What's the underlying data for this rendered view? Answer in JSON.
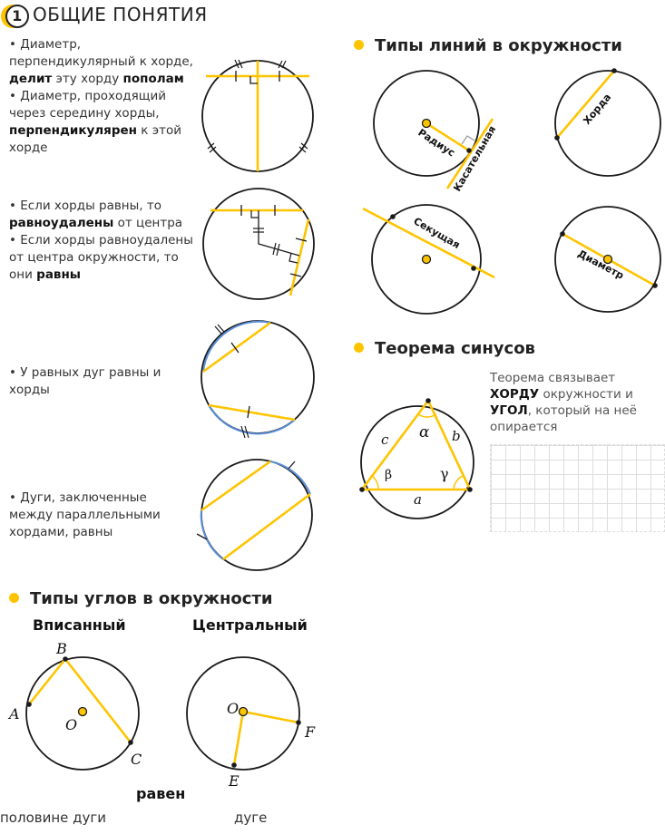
{
  "header": {
    "number": "1",
    "title": "ОБЩИЕ ПОНЯТИЯ"
  },
  "props": {
    "p1": {
      "pre": "Диаметр, перпендикулярный к хорде, ",
      "b1": "делит",
      "mid": " эту хорду ",
      "b2": "пополам"
    },
    "p2": {
      "pre": "Диаметр, проходящий через середину хорды, ",
      "b1": "перпендикулярен",
      "post": " к этой хорде"
    },
    "p3": {
      "pre": "Если хорды равны, то ",
      "b1": "равноудалены",
      "post": " от центра"
    },
    "p4": {
      "pre": "Если хорды равноудалены от центра окружности, то они ",
      "b1": "равны"
    },
    "p5": {
      "text": "У равных дуг равны и хорды"
    },
    "p6": {
      "text": "Дуги, заключенные между параллельными хордами, равны"
    }
  },
  "lines_section": {
    "title": "Типы линий в окружности",
    "labels": {
      "radius": "Радиус",
      "tangent": "Касательная",
      "chord": "Хорда",
      "secant": "Секущая",
      "diameter": "Диаметр"
    }
  },
  "sine_section": {
    "title": "Теорема синусов",
    "note": {
      "pre": "Теорема связывает ",
      "b1": "ХОРДУ",
      "mid": " окружности и ",
      "b2": "УГОЛ",
      "post": ", который на неё опирается"
    },
    "labels": {
      "c": "c",
      "b": "b",
      "a": "a",
      "alpha": "α",
      "beta": "β",
      "gamma": "γ"
    }
  },
  "angles_section": {
    "title": "Типы углов в окружности",
    "inscribed": {
      "title": "Вписанный",
      "A": "A",
      "B": "B",
      "C": "C",
      "O": "O"
    },
    "central": {
      "title": "Центральный",
      "O": "O",
      "E": "E",
      "F": "F"
    },
    "equals": "равен",
    "half_arc": "половине дуги",
    "arc": "дуге"
  },
  "colors": {
    "accent": "#ffc400",
    "stroke": "#1a1a1a",
    "arc_blue": "#5b8fd6",
    "mark": "#9a9a9a"
  }
}
